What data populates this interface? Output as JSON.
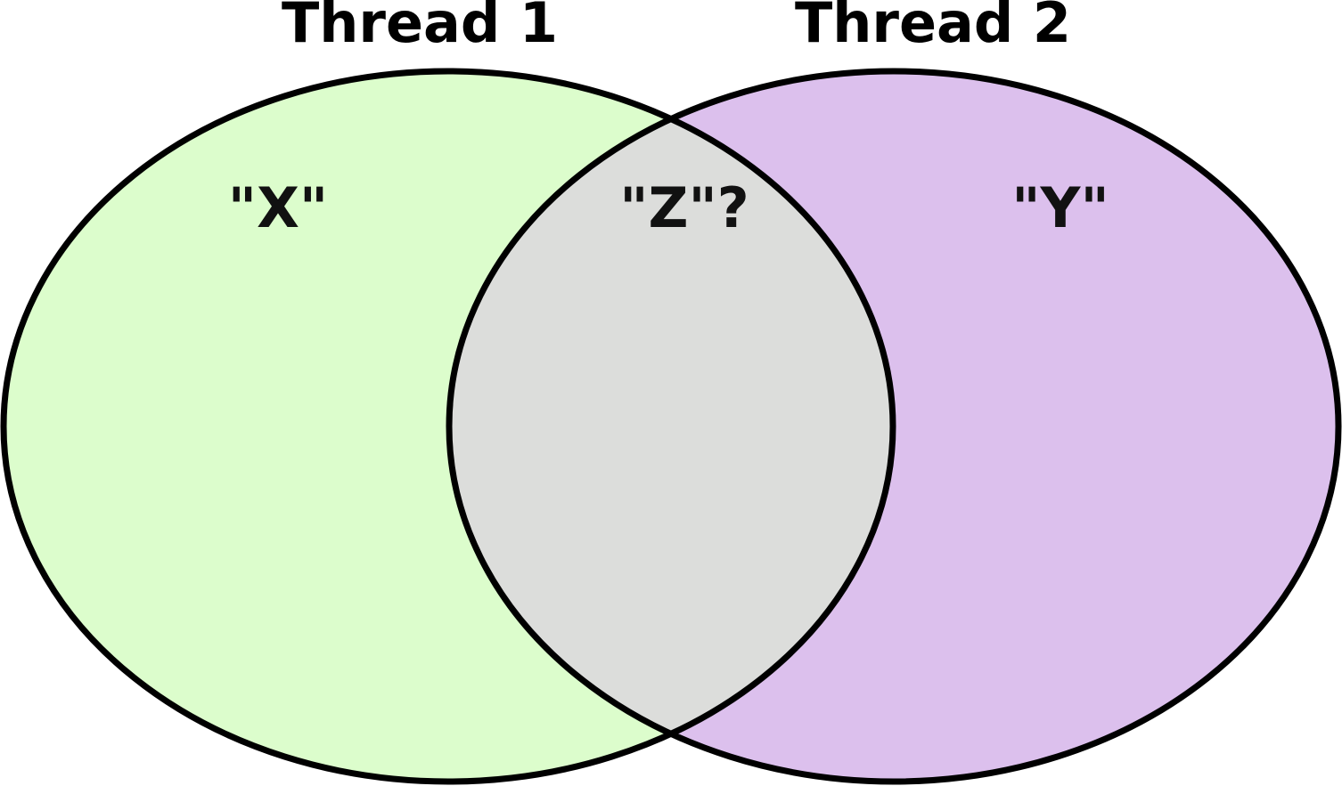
{
  "diagram": {
    "type": "venn",
    "sets": [
      {
        "title": "Thread 1",
        "region_label": "\"X\"",
        "color": "#dcfdcc"
      },
      {
        "title": "Thread 2",
        "region_label": "\"Y\"",
        "color": "#dcc0ed"
      }
    ],
    "intersection": {
      "label": "\"Z\"?",
      "color": "#dcdddb"
    },
    "outline_color": "#000000"
  }
}
